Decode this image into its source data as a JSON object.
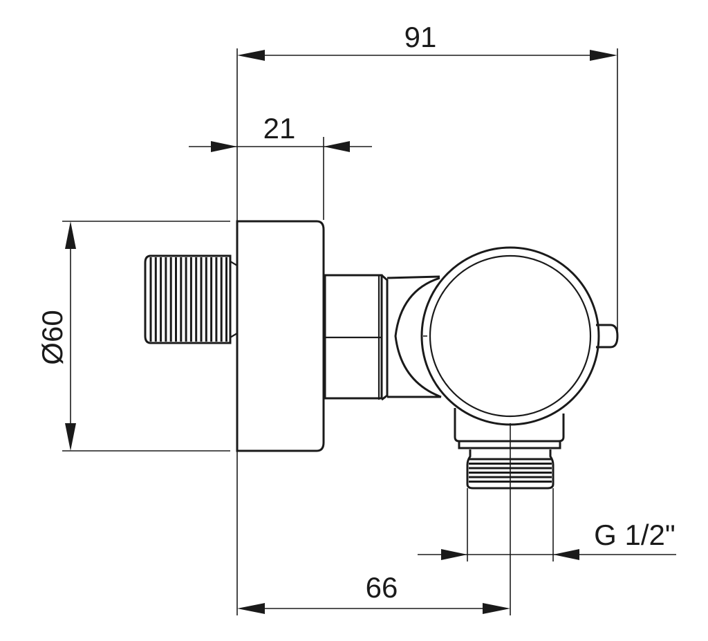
{
  "dimensions": {
    "total_width": "91",
    "flange_thickness": "21",
    "diameter": "Ø60",
    "outlet_offset": "66",
    "thread_size": "G 1/2\""
  },
  "colors": {
    "line": "#1a1a1a",
    "background": "#ffffff"
  }
}
